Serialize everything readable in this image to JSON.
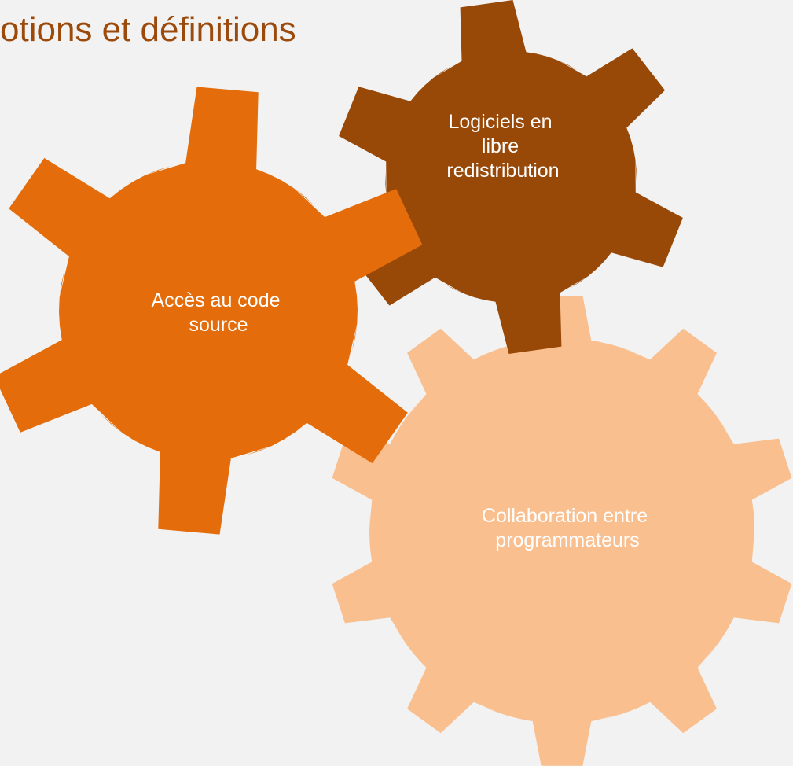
{
  "title": "otions et définitions",
  "colors": {
    "background": "#f2f2f2",
    "title": "#9b4a0b"
  },
  "gears": [
    {
      "id": "source",
      "label_lines": [
        "Accès au code",
        "source"
      ],
      "fill": "#e46c0a",
      "text_color": "#ffffff"
    },
    {
      "id": "redistribution",
      "label_lines": [
        "Logiciels en",
        "libre",
        "redistribution"
      ],
      "fill": "#984807",
      "text_color": "#ffffff"
    },
    {
      "id": "collaboration",
      "label_lines": [
        "Collaboration entre",
        "programmateurs"
      ],
      "fill": "#f9bf8f",
      "text_color": "#ffffff"
    }
  ]
}
